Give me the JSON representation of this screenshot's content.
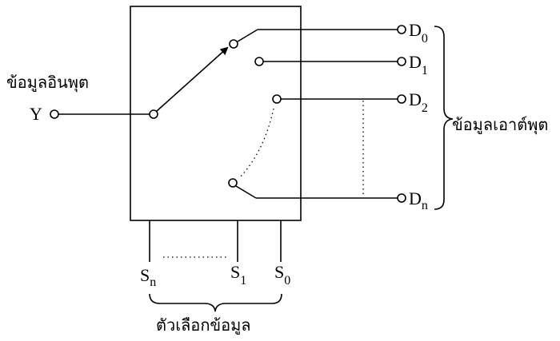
{
  "input": {
    "heading": "ข้อมูลอินพุต",
    "name": "Y"
  },
  "outputs": {
    "heading": "ข้อมูลเอาต์พุต",
    "items": [
      {
        "main": "D",
        "sub": "0"
      },
      {
        "main": "D",
        "sub": "1"
      },
      {
        "main": "D",
        "sub": "2"
      },
      {
        "main": "D",
        "sub": "n"
      }
    ]
  },
  "selectors": {
    "heading": "ตัวเลือกข้อมูล",
    "items": [
      {
        "main": "S",
        "sub": "n"
      },
      {
        "main": "S",
        "sub": "1"
      },
      {
        "main": "S",
        "sub": "0"
      }
    ]
  }
}
